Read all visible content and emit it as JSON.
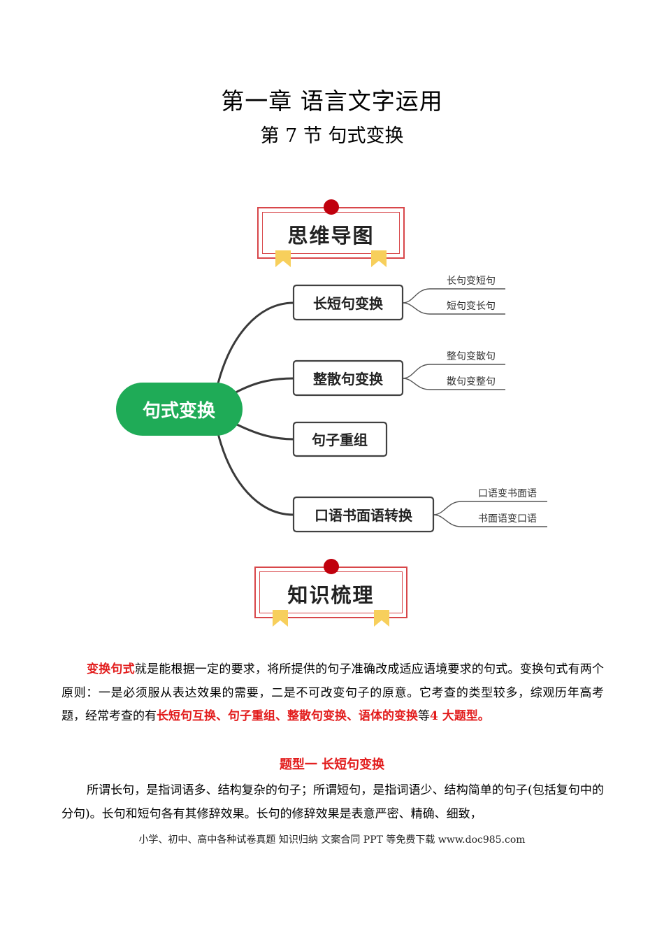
{
  "header": {
    "chapter_title": "第一章 语言文字运用",
    "section_title": "第 7 节  句式变换"
  },
  "banners": {
    "mindmap_label": "思维导图",
    "knowledge_label": "知识梳理"
  },
  "mindmap": {
    "center": "句式变换",
    "branches": [
      {
        "label": "长短句变换",
        "children": [
          "长句变短句",
          "短句变长句"
        ]
      },
      {
        "label": "整散句变换",
        "children": [
          "整句变散句",
          "散句变整句"
        ]
      },
      {
        "label": "句子重组",
        "children": []
      },
      {
        "label": "口语书面语转换",
        "children": [
          "口语变书面语",
          "书面语变口语"
        ]
      }
    ],
    "colors": {
      "center_fill": "#1fab57",
      "box_border": "#404040",
      "line": "#3a3a3a",
      "child_line": "#555555"
    }
  },
  "body": {
    "p1": {
      "s1": "变换句式",
      "s2": "就是能根据一定的要求，将所提供的句子准确改成适应语境要求的句式。变换句式有两个原则：一是必须服从表达效果的需要，二是不可改变句子的原意。它考查的类型较多，综观历年高考题，经常考查的有",
      "s3": "长短句互换、句子重组、整散句变换、语体的变换",
      "s4": "等",
      "s5": "4 大题型。"
    },
    "type_heading": "题型一    长短句变换",
    "p2": "所谓长句，是指词语多、结构复杂的句子；所谓短句，是指词语少、结构简单的句子(包括复句中的分句)。长句和短句各有其修辞效果。长句的修辞效果是表意严密、精确、细致，"
  },
  "footer": "小学、初中、高中各种试卷真题  知识归纳  文案合同  PPT 等免费下载      www.doc985.com",
  "colors": {
    "accent_red": "#e21c1c",
    "banner_red": "#d8474a",
    "ribbon_yellow": "#f7cf5c"
  }
}
